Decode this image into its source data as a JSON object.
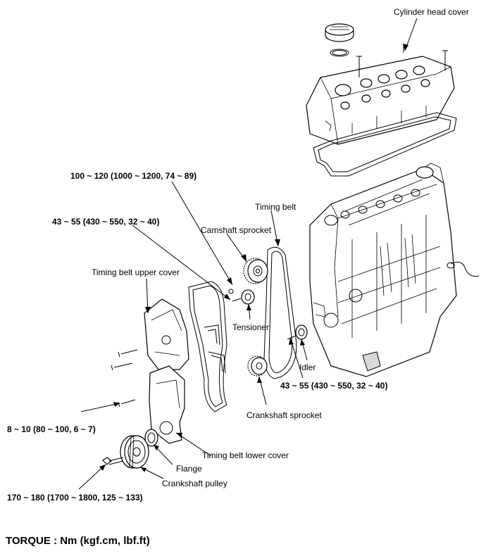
{
  "labels": {
    "cylinder_head_cover": "Cylinder head cover",
    "timing_belt": "Timing belt",
    "camshaft_sprocket": "Camshaft sprocket",
    "timing_belt_upper_cover": "Timing belt upper cover",
    "tensioner": "Tensioner",
    "idler": "Idler",
    "crankshaft_sprocket": "Crankshaft sprocket",
    "timing_belt_lower_cover": "Timing belt lower cover",
    "flange": "Flange",
    "crankshaft_pulley": "Crankshaft pulley"
  },
  "torques": {
    "camshaft_bolt": "100 ~ 120 (1000 ~ 1200, 74 ~ 89)",
    "tensioner_bolt": "43 ~ 55 (430 ~ 550, 32 ~ 40)",
    "idler_bolt": "43 ~ 55 (430 ~ 550, 32 ~ 40)",
    "cover_bolts": "8 ~ 10 (80 ~ 100, 6 ~ 7)",
    "pulley_bolt": "170 ~ 180 (1700 ~ 1800, 125 ~ 133)"
  },
  "footer": "TORQUE : Nm (kgf.cm, lbf.ft)"
}
